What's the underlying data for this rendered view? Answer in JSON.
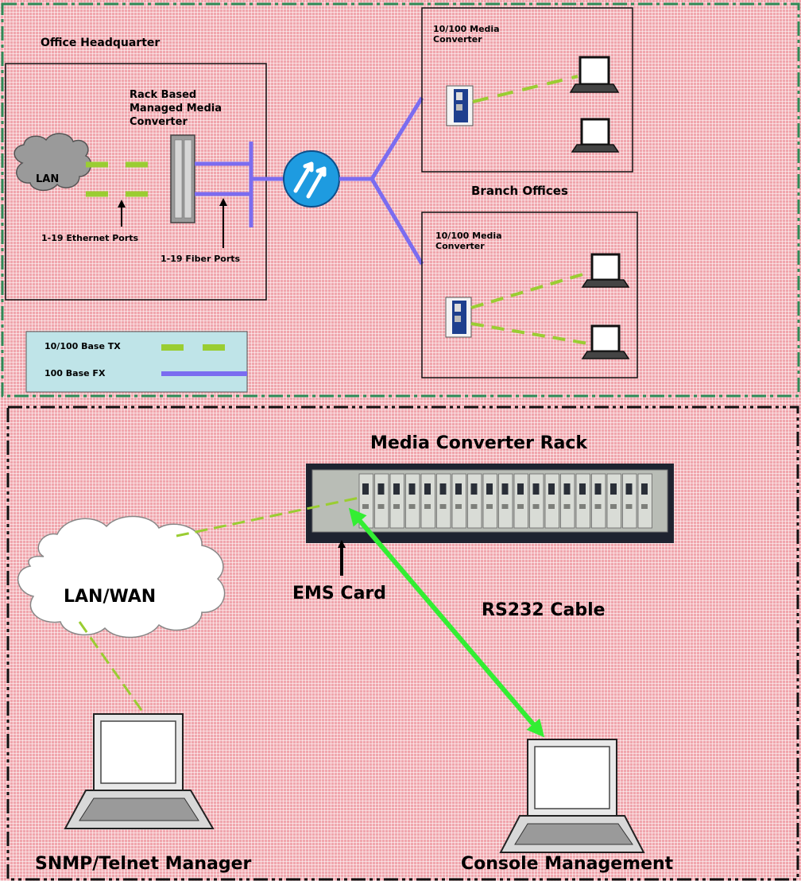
{
  "top_panel": {
    "headquarter": {
      "title": "Office Headquarter",
      "cloud_label": "LAN",
      "rack_label": "Rack Based\nManaged Media\nConverter",
      "ethernet_ports_label": "1-19 Ethernet Ports",
      "fiber_ports_label": "1-19 Fiber Ports"
    },
    "branch_title": "Branch Offices",
    "branch_offices": [
      {
        "converter_label": "10/100 Media\nConverter"
      },
      {
        "converter_label": "10/100 Media\nConverter"
      }
    ],
    "legend": [
      {
        "label": "10/100 Base TX",
        "style": "dashed",
        "color": "#9acd32"
      },
      {
        "label": "100 Base FX",
        "style": "solid",
        "color": "#7b6cf0"
      }
    ]
  },
  "bottom_panel": {
    "rack_title": "Media Converter Rack",
    "ems_label": "EMS Card",
    "cloud_label": "LAN/WAN",
    "rs232_label": "RS232 Cable",
    "snmp_label": "SNMP/Telnet Manager",
    "console_label": "Console Management"
  },
  "colors": {
    "background": "#f0a6ad",
    "tx_link": "#9acd32",
    "fx_link": "#7b6cf0",
    "rs232": "#33ee33",
    "router": "#1e9be0",
    "legend_box": "#bfe4e8",
    "panel_border": "#2e8b57"
  }
}
